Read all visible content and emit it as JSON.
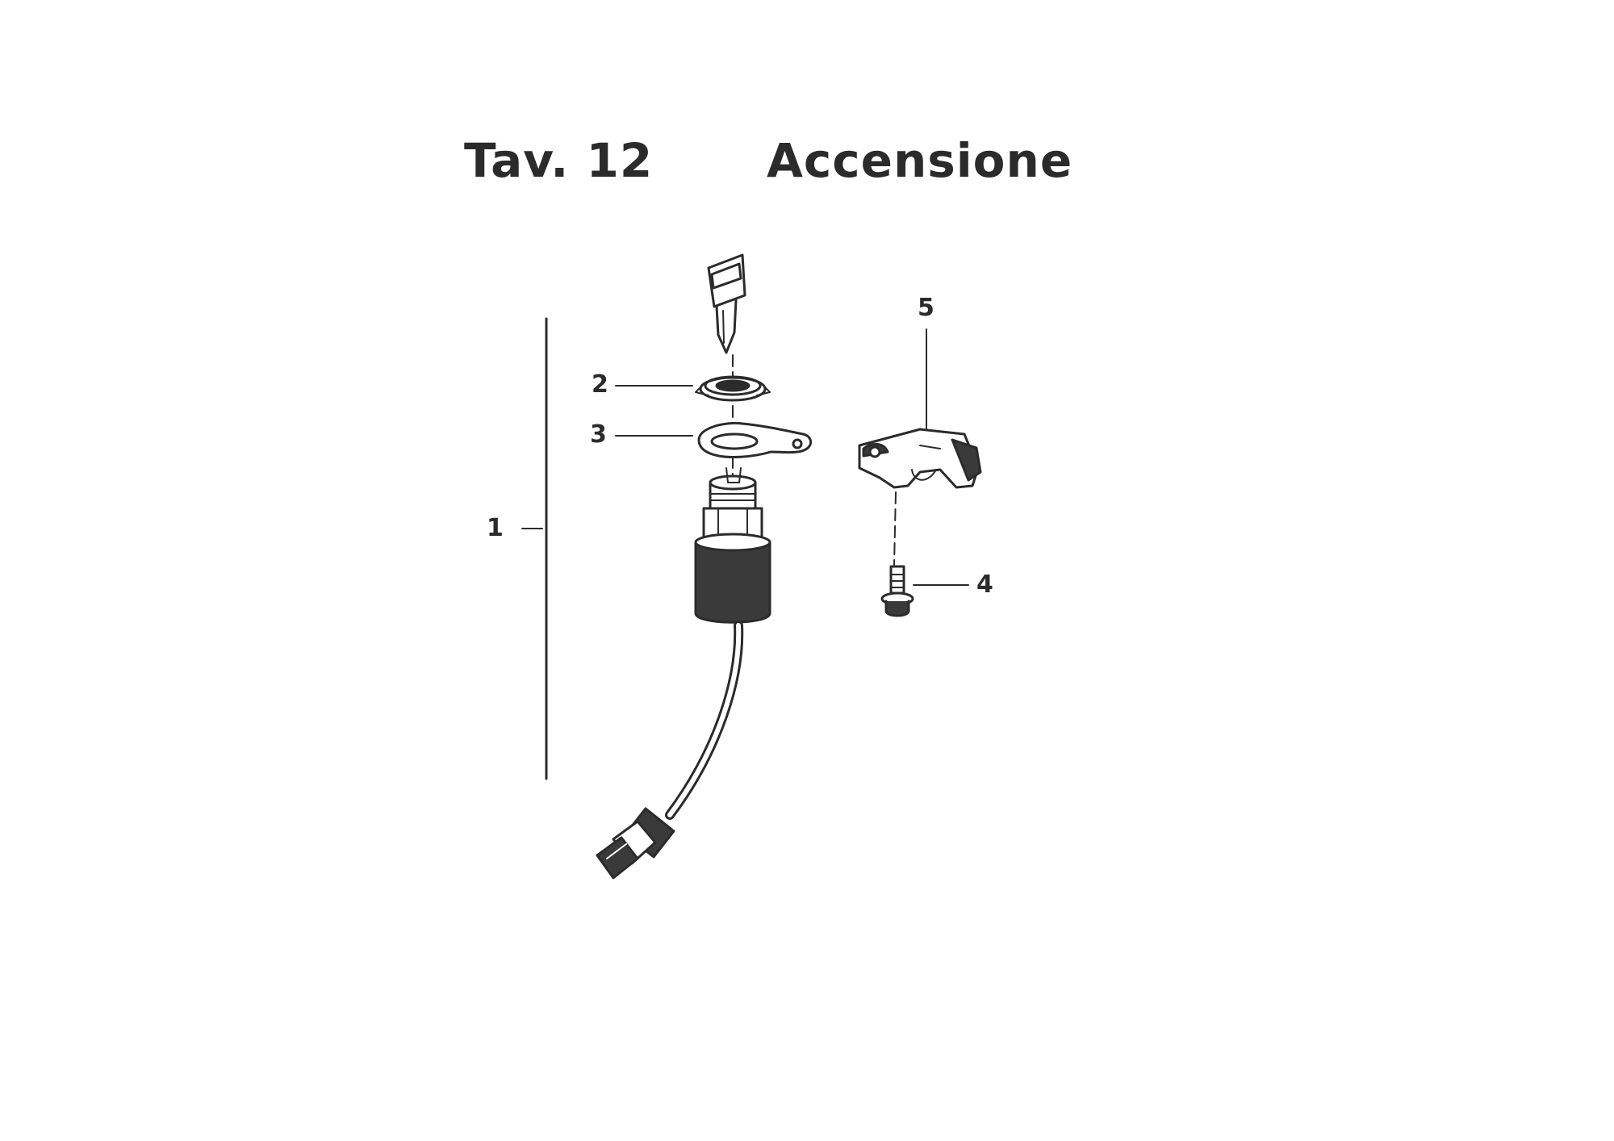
{
  "title": {
    "plate": "Tav. 12",
    "name": "Accensione"
  },
  "callouts": [
    {
      "id": "1",
      "label": "1"
    },
    {
      "id": "2",
      "label": "2"
    },
    {
      "id": "3",
      "label": "3"
    },
    {
      "id": "4",
      "label": "4"
    },
    {
      "id": "5",
      "label": "5"
    }
  ],
  "colors": {
    "ink": "#2b2b2b",
    "body": "#3a3a3a",
    "paper": "#ffffff"
  }
}
